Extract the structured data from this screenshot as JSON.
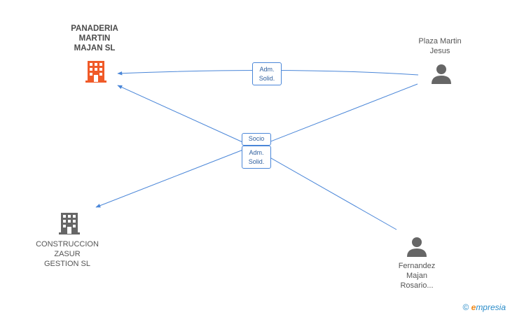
{
  "nodes": {
    "panaderia": {
      "label_lines": [
        "PANADERIA",
        "MARTIN",
        "MAJAN SL"
      ],
      "icon": "building-icon",
      "color": "#f05a28"
    },
    "construccion": {
      "label_lines": [
        "CONSTRUCCION",
        "ZASUR",
        "GESTION SL"
      ],
      "icon": "building-icon",
      "color": "#666666"
    },
    "plaza": {
      "label_lines": [
        "Plaza Martin",
        "Jesus"
      ],
      "icon": "person-icon",
      "color": "#666666"
    },
    "fernandez": {
      "label_lines": [
        "Fernandez",
        "Majan",
        "Rosario..."
      ],
      "icon": "person-icon",
      "color": "#666666"
    }
  },
  "edges": {
    "plaza_to_panaderia": {
      "label_lines": [
        "Adm.",
        "Solid."
      ]
    },
    "socio": {
      "label": "Socio"
    },
    "center": {
      "label_lines": [
        "Adm.",
        "Solid."
      ]
    }
  },
  "colors": {
    "edge": "#4a86d8",
    "edge_label_text": "#2f5f9e"
  },
  "watermark": {
    "symbol": "©",
    "brand_first": "e",
    "brand_rest": "mpresia"
  }
}
